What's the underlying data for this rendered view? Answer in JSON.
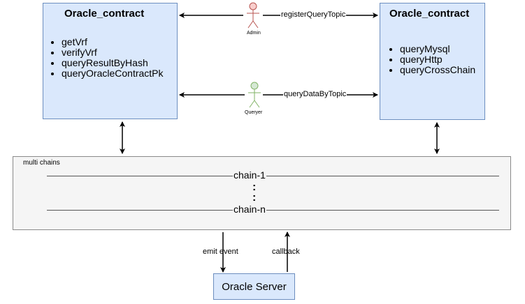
{
  "left_contract": {
    "title": "Oracle_contract",
    "methods": [
      "getVrf",
      "verifyVrf",
      "queryResultByHash",
      "queryOracleContractPk"
    ]
  },
  "right_contract": {
    "title": "Oracle_contract",
    "methods": [
      "queryMysql",
      "queryHttp",
      "queryCrossChain"
    ]
  },
  "actors": {
    "admin": {
      "label": "Admin",
      "action": "registerQueryTopic",
      "color": "#f8cecc"
    },
    "querier": {
      "label": "Queryer",
      "action": "queryDataByTopic",
      "color": "#d5e8d4"
    }
  },
  "multi_chains": {
    "label": "multi chains",
    "chains": [
      "chain-1",
      "chain-n"
    ],
    "ellipsis": ":"
  },
  "oracle_server": {
    "label": "Oracle Server"
  },
  "flows": {
    "emit": "emit event",
    "callback": "callback"
  }
}
